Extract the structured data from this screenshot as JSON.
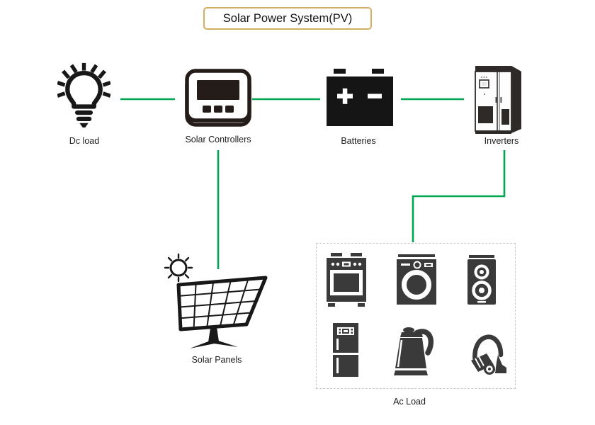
{
  "title": "Solar Power System(PV)",
  "colors": {
    "connector_green": "#00a651",
    "title_border": "#d1ae62",
    "appliance_gray": "#3a3a3a",
    "icon_black": "#181818"
  },
  "nodes": {
    "dc_load": {
      "label": "Dc load",
      "icon": "light-bulb-icon"
    },
    "solar_controllers": {
      "label": "Solar Controllers",
      "icon": "controller-icon"
    },
    "batteries": {
      "label": "Batteries",
      "icon": "battery-icon"
    },
    "inverters": {
      "label": "Inverters",
      "icon": "inverter-cabinet-icon"
    },
    "solar_panels": {
      "label": "Solar Panels",
      "icon": "solar-panel-icon"
    },
    "ac_load": {
      "label": "Ac Load",
      "appliances": [
        "oven",
        "washing-machine",
        "speaker",
        "refrigerator",
        "electric-kettle",
        "vacuum-cleaner"
      ]
    }
  }
}
